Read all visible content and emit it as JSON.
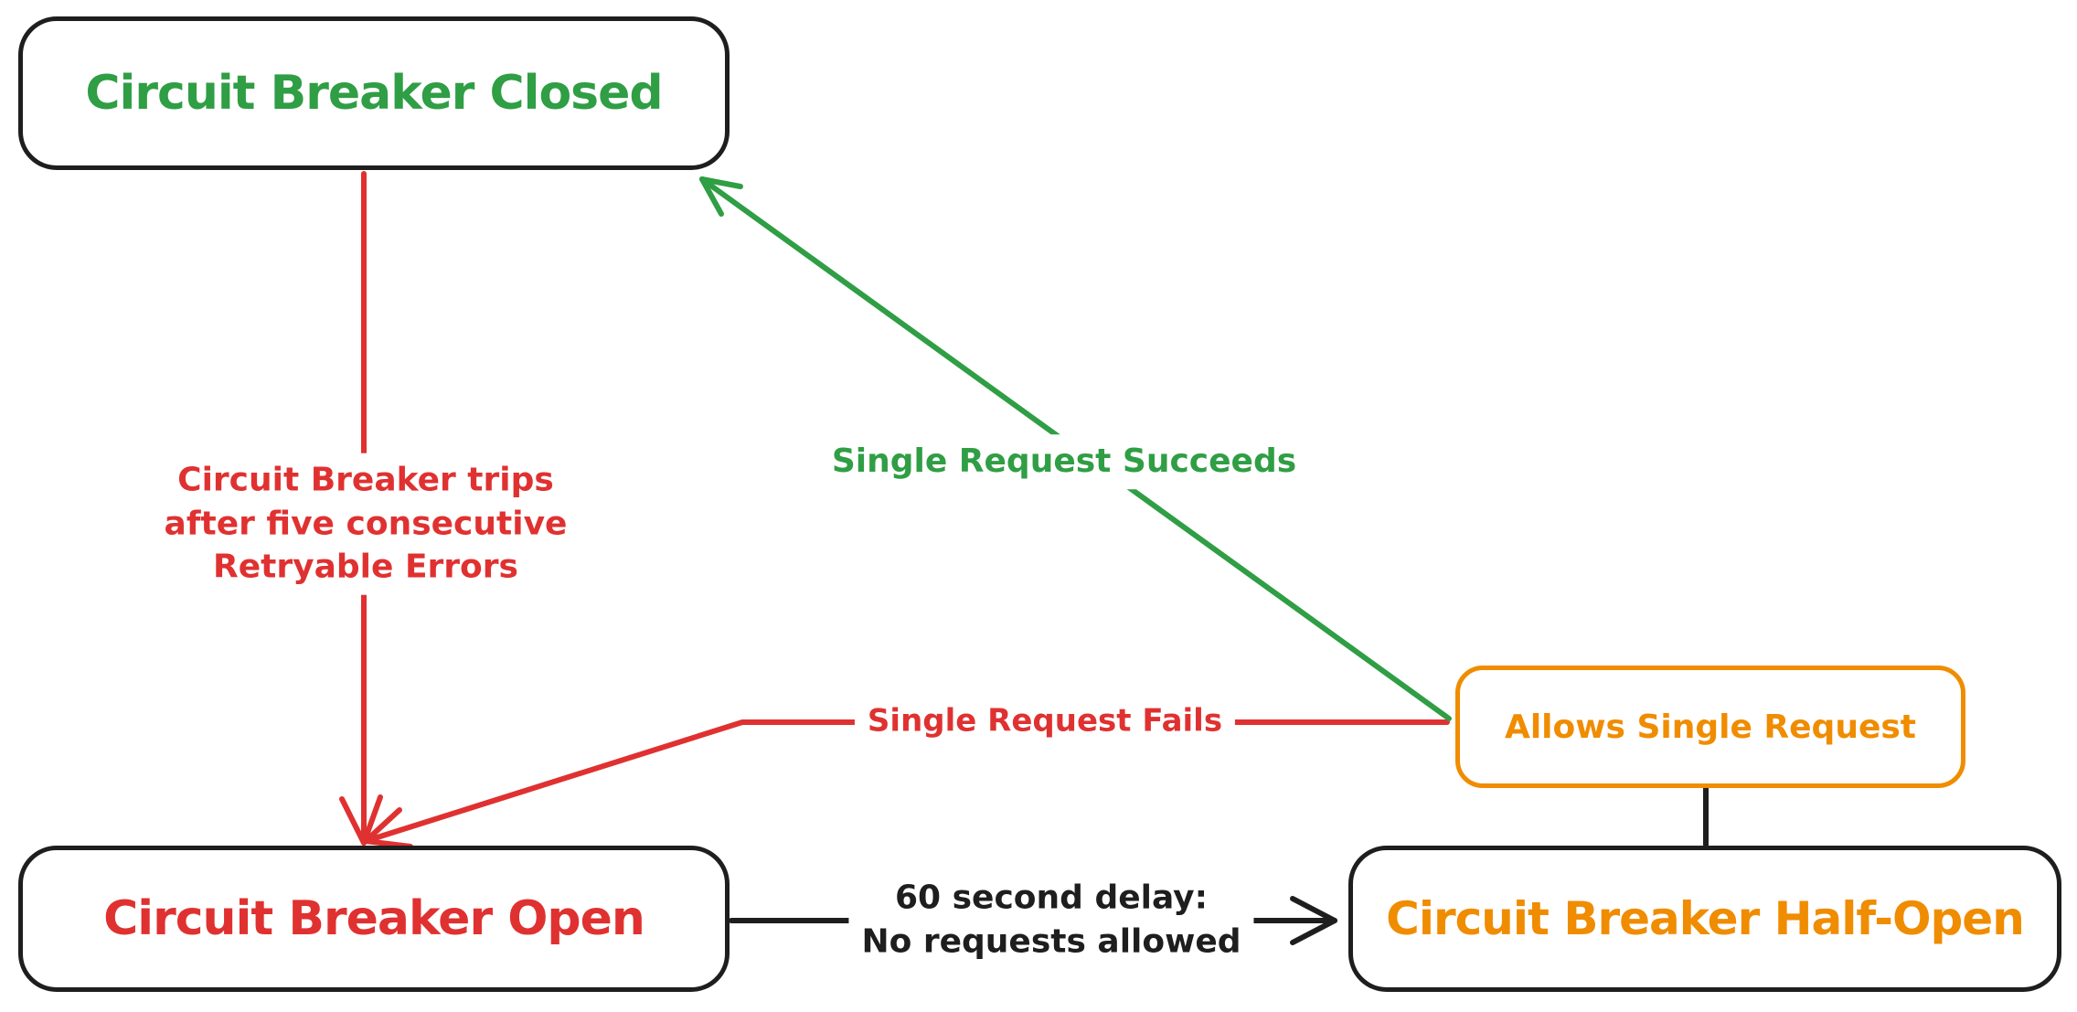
{
  "diagram": {
    "type": "state-diagram",
    "style": "hand-drawn-sketch",
    "background_color": "#ffffff",
    "colors": {
      "green": "#2f9e44",
      "red": "#e03131",
      "orange": "#f08c00",
      "ink": "#1e1e1e"
    },
    "nodes": {
      "closed": {
        "label": "Circuit Breaker Closed",
        "text_color": "#2f9e44",
        "border_color": "#1e1e1e"
      },
      "open": {
        "label": "Circuit Breaker Open",
        "text_color": "#e03131",
        "border_color": "#1e1e1e"
      },
      "half_open": {
        "label": "Circuit Breaker Half-Open",
        "text_color": "#f08c00",
        "border_color": "#1e1e1e"
      },
      "allows_single_request": {
        "label": "Allows Single Request",
        "text_color": "#f08c00",
        "border_color": "#f08c00"
      }
    },
    "edges": {
      "trips": {
        "from": "closed",
        "to": "open",
        "color": "#e03131",
        "label_lines": [
          "Circuit Breaker trips",
          "after five consecutive",
          "Retryable Errors"
        ]
      },
      "single_request_fails": {
        "from": "allows_single_request",
        "to": "open",
        "color": "#e03131",
        "label": "Single Request Fails"
      },
      "single_request_succeeds": {
        "from": "allows_single_request",
        "to": "closed",
        "color": "#2f9e44",
        "label": "Single Request Succeeds"
      },
      "delay": {
        "from": "open",
        "to": "half_open",
        "color": "#1e1e1e",
        "label_lines": [
          "60 second delay:",
          "No requests allowed"
        ]
      },
      "halfopen_to_allows": {
        "from": "half_open",
        "to": "allows_single_request",
        "color": "#1e1e1e",
        "label": ""
      }
    }
  }
}
